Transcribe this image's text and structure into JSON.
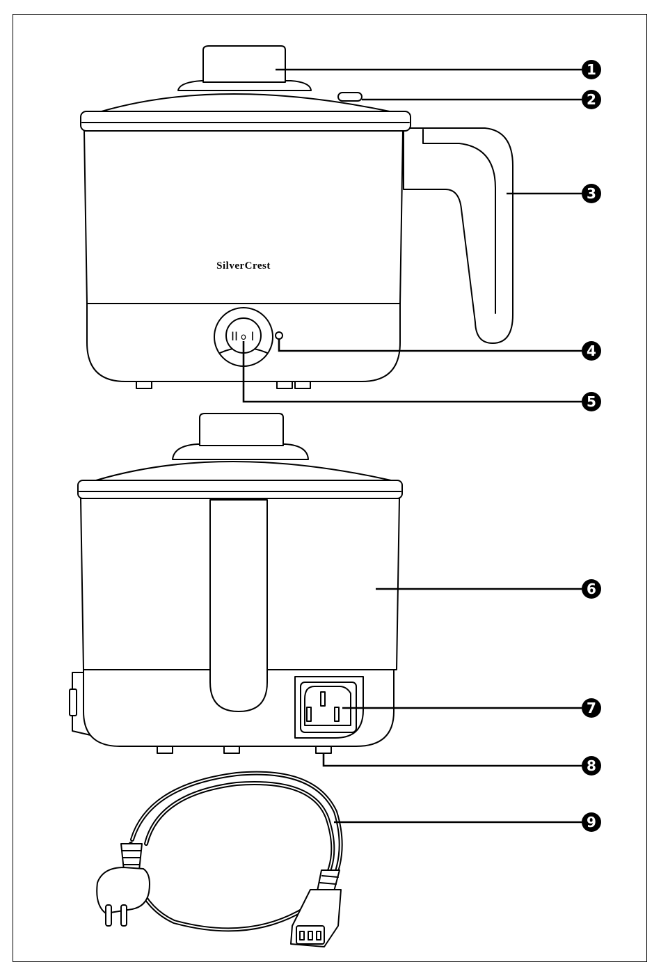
{
  "brand": {
    "text": "SilverCrest"
  },
  "switch_marks": {
    "off": "II",
    "mid": "o",
    "on": "I"
  },
  "callouts": [
    {
      "number": "1",
      "label": ""
    },
    {
      "number": "2",
      "label": ""
    },
    {
      "number": "3",
      "label": ""
    },
    {
      "number": "4",
      "label": ""
    },
    {
      "number": "5",
      "label": ""
    },
    {
      "number": "6",
      "label": ""
    },
    {
      "number": "7",
      "label": ""
    },
    {
      "number": "8",
      "label": ""
    },
    {
      "number": "9",
      "label": ""
    }
  ]
}
